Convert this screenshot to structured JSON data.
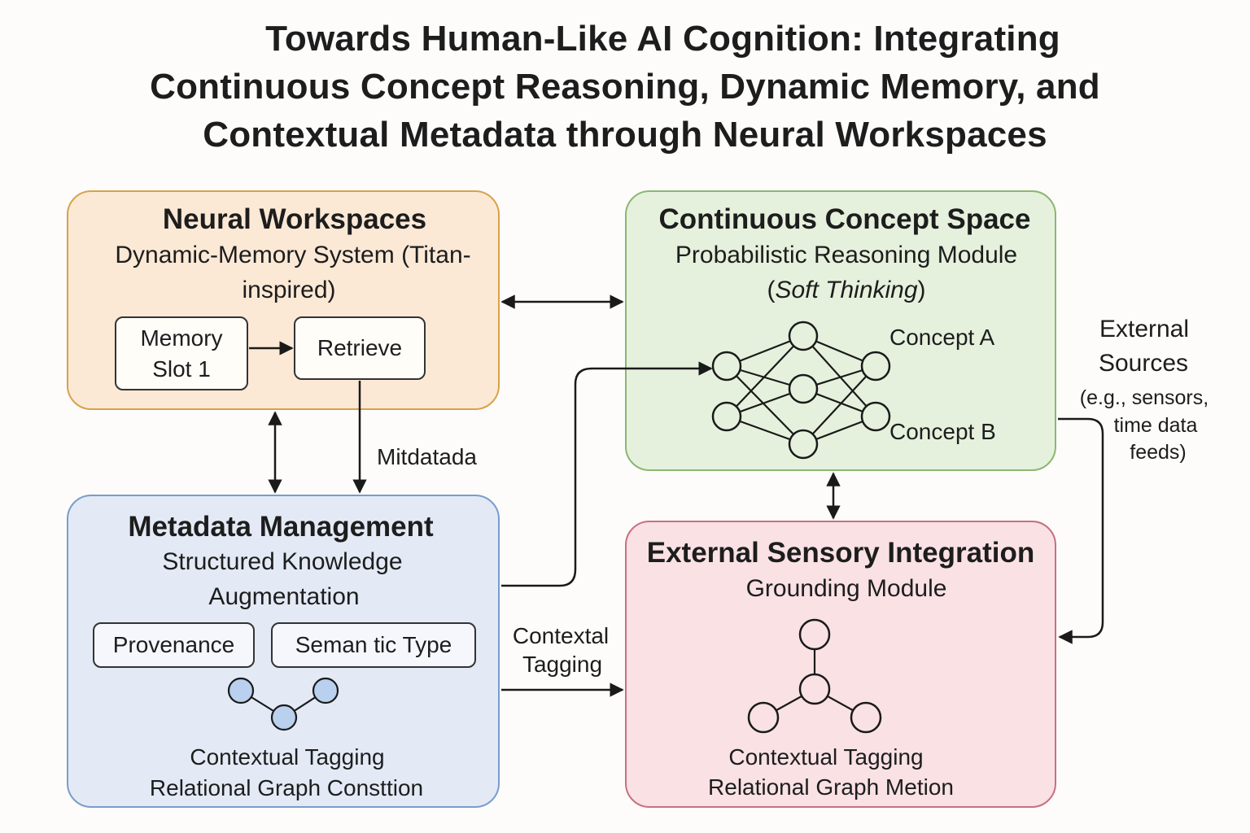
{
  "title": {
    "line1": "Towards Human-Like AI Cognition: Integrating",
    "line2": "Continuous Concept Reasoning, Dynamic Memory, and",
    "line3": "Contextual Metadata through Neural Workspaces"
  },
  "neural_workspaces": {
    "heading": "Neural Workspaces",
    "subtitle_line1": "Dynamic-Memory System (Titan-",
    "subtitle_line2": "inspired)",
    "memory_slot_line1": "Memory",
    "memory_slot_line2": "Slot 1",
    "retrieve": "Retrieve"
  },
  "continuous_concept": {
    "heading": "Continuous Concept Space",
    "subtitle_line1": "Probabilistic Reasoning Module",
    "subtitle_paren_open": "(",
    "subtitle_italic": "Soft Thinking",
    "subtitle_paren_close": ")",
    "concept_a": "Concept A",
    "concept_b": "Concept B"
  },
  "metadata_management": {
    "heading": "Metadata Management",
    "subtitle_line1": "Structured Knowledge",
    "subtitle_line2": "Augmentation",
    "provenance": "Provenance",
    "semantic_type": "Seman tic Type",
    "caption_line1": "Contextual Tagging",
    "caption_line2": "Relational Graph Consttion"
  },
  "external_sensory": {
    "heading": "External Sensory Integration",
    "subtitle": "Grounding Module",
    "caption_line1": "Contextual Tagging",
    "caption_line2": "Relational Graph Metion"
  },
  "labels": {
    "mitdatada": "Mitdatada",
    "contextal_line1": "Contextal",
    "contextal_line2": "Tagging",
    "external_line1": "External",
    "external_line2": "Sources",
    "external_line3": "(e.g., sensors,",
    "external_line4": "time data",
    "external_line5": "feeds)"
  },
  "colors": {
    "neural_fill": "#fbe9d6",
    "neural_border": "#d8a14c",
    "concept_fill": "#e6f1dd",
    "concept_border": "#8bb772",
    "metadata_fill": "#e3eaf6",
    "metadata_border": "#7a9ccc",
    "sensory_fill": "#f9e1e4",
    "sensory_border": "#c9707e",
    "arrow": "#1a1a1a"
  }
}
